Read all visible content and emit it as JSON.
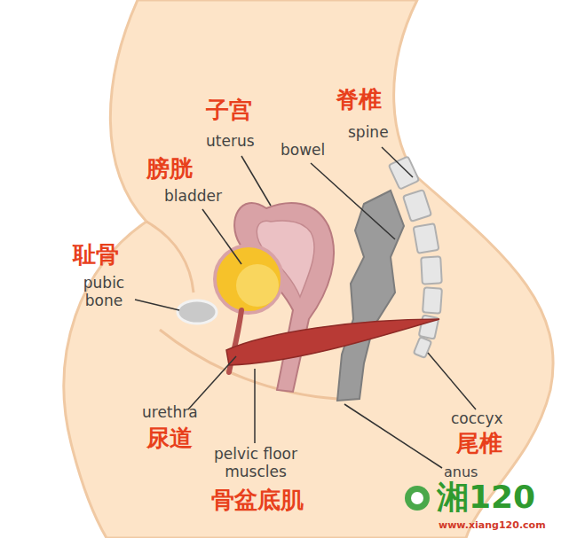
{
  "diagram": {
    "labels": [
      "子宫",
      "uterus",
      "脊椎",
      "spine",
      "bowel",
      "膀胱",
      "bladder",
      "耻骨",
      "pubic bone",
      "urethra",
      "尿道",
      "pelvic floor muscles",
      "骨盆底肌",
      "coccyx",
      "尾椎",
      "anus",
      "湘120",
      "www.xiang120.com"
    ]
  }
}
